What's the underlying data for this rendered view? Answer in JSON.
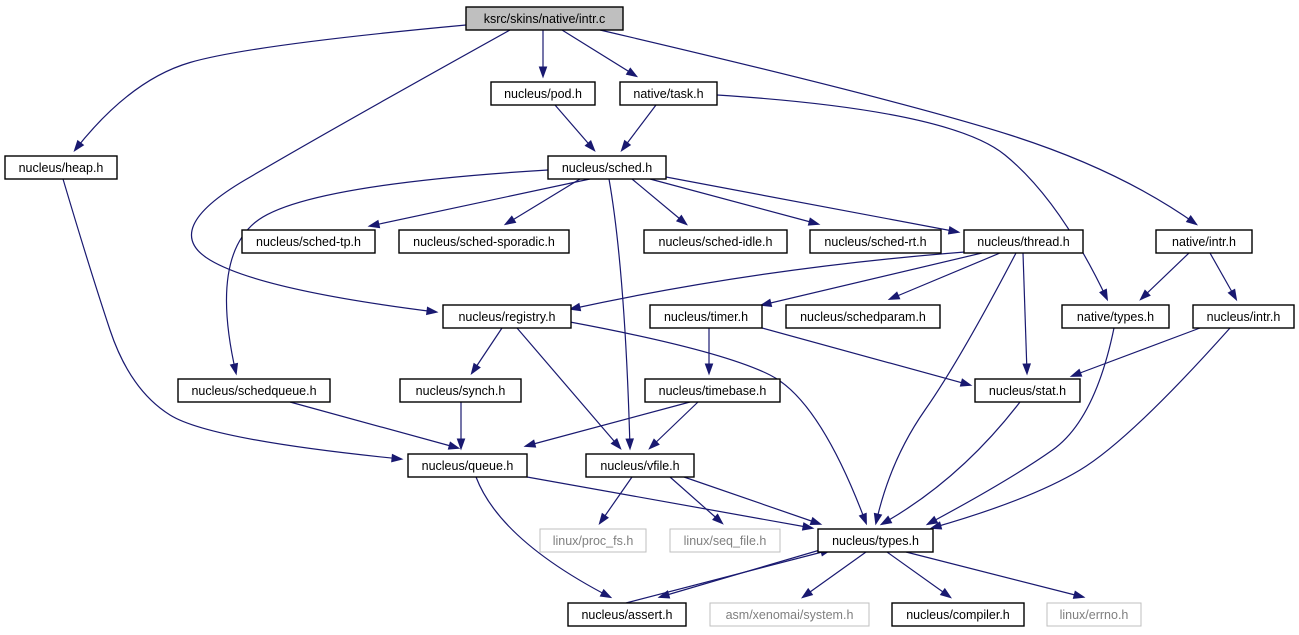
{
  "graph": {
    "root": "ksrc/skins/native/intr.c",
    "nodes": [
      {
        "id": "n_root",
        "label": "ksrc/skins/native/intr.c",
        "kind": "root"
      },
      {
        "id": "n_heap",
        "label": "nucleus/heap.h",
        "kind": "normal"
      },
      {
        "id": "n_pod",
        "label": "nucleus/pod.h",
        "kind": "normal"
      },
      {
        "id": "n_task",
        "label": "native/task.h",
        "kind": "normal"
      },
      {
        "id": "n_sched",
        "label": "nucleus/sched.h",
        "kind": "normal"
      },
      {
        "id": "n_schedtp",
        "label": "nucleus/sched-tp.h",
        "kind": "normal"
      },
      {
        "id": "n_schedsporadic",
        "label": "nucleus/sched-sporadic.h",
        "kind": "normal"
      },
      {
        "id": "n_schedidle",
        "label": "nucleus/sched-idle.h",
        "kind": "normal"
      },
      {
        "id": "n_schedrt",
        "label": "nucleus/sched-rt.h",
        "kind": "normal"
      },
      {
        "id": "n_thread",
        "label": "nucleus/thread.h",
        "kind": "normal"
      },
      {
        "id": "n_nintr",
        "label": "native/intr.h",
        "kind": "normal"
      },
      {
        "id": "n_registry",
        "label": "nucleus/registry.h",
        "kind": "normal"
      },
      {
        "id": "n_timer",
        "label": "nucleus/timer.h",
        "kind": "normal"
      },
      {
        "id": "n_schedparam",
        "label": "nucleus/schedparam.h",
        "kind": "normal"
      },
      {
        "id": "n_ntypes",
        "label": "native/types.h",
        "kind": "normal"
      },
      {
        "id": "n_nuintr",
        "label": "nucleus/intr.h",
        "kind": "normal"
      },
      {
        "id": "n_schedqueue",
        "label": "nucleus/schedqueue.h",
        "kind": "normal"
      },
      {
        "id": "n_synch",
        "label": "nucleus/synch.h",
        "kind": "normal"
      },
      {
        "id": "n_timebase",
        "label": "nucleus/timebase.h",
        "kind": "normal"
      },
      {
        "id": "n_stat",
        "label": "nucleus/stat.h",
        "kind": "normal"
      },
      {
        "id": "n_queue",
        "label": "nucleus/queue.h",
        "kind": "normal"
      },
      {
        "id": "n_vfile",
        "label": "nucleus/vfile.h",
        "kind": "normal"
      },
      {
        "id": "n_procfs",
        "label": "linux/proc_fs.h",
        "kind": "external"
      },
      {
        "id": "n_seqfile",
        "label": "linux/seq_file.h",
        "kind": "external"
      },
      {
        "id": "n_types",
        "label": "nucleus/types.h",
        "kind": "normal"
      },
      {
        "id": "n_assert",
        "label": "nucleus/assert.h",
        "kind": "normal"
      },
      {
        "id": "n_system",
        "label": "asm/xenomai/system.h",
        "kind": "external"
      },
      {
        "id": "n_compiler",
        "label": "nucleus/compiler.h",
        "kind": "normal"
      },
      {
        "id": "n_errno",
        "label": "linux/errno.h",
        "kind": "external"
      }
    ],
    "edges": [
      {
        "from": "n_root",
        "to": "n_heap"
      },
      {
        "from": "n_root",
        "to": "n_pod"
      },
      {
        "from": "n_root",
        "to": "n_task"
      },
      {
        "from": "n_root",
        "to": "n_registry"
      },
      {
        "from": "n_root",
        "to": "n_nintr"
      },
      {
        "from": "n_heap",
        "to": "n_queue"
      },
      {
        "from": "n_pod",
        "to": "n_sched"
      },
      {
        "from": "n_task",
        "to": "n_sched"
      },
      {
        "from": "n_task",
        "to": "n_ntypes"
      },
      {
        "from": "n_sched",
        "to": "n_schedqueue"
      },
      {
        "from": "n_sched",
        "to": "n_schedtp"
      },
      {
        "from": "n_sched",
        "to": "n_schedsporadic"
      },
      {
        "from": "n_sched",
        "to": "n_schedidle"
      },
      {
        "from": "n_sched",
        "to": "n_schedrt"
      },
      {
        "from": "n_sched",
        "to": "n_thread"
      },
      {
        "from": "n_sched",
        "to": "n_vfile"
      },
      {
        "from": "n_thread",
        "to": "n_registry"
      },
      {
        "from": "n_thread",
        "to": "n_timer"
      },
      {
        "from": "n_thread",
        "to": "n_schedparam"
      },
      {
        "from": "n_thread",
        "to": "n_stat"
      },
      {
        "from": "n_thread",
        "to": "n_types"
      },
      {
        "from": "n_nintr",
        "to": "n_ntypes"
      },
      {
        "from": "n_nintr",
        "to": "n_nuintr"
      },
      {
        "from": "n_registry",
        "to": "n_synch"
      },
      {
        "from": "n_registry",
        "to": "n_vfile"
      },
      {
        "from": "n_registry",
        "to": "n_types"
      },
      {
        "from": "n_timer",
        "to": "n_timebase"
      },
      {
        "from": "n_timer",
        "to": "n_stat"
      },
      {
        "from": "n_ntypes",
        "to": "n_types"
      },
      {
        "from": "n_nuintr",
        "to": "n_stat"
      },
      {
        "from": "n_nuintr",
        "to": "n_types"
      },
      {
        "from": "n_schedqueue",
        "to": "n_queue"
      },
      {
        "from": "n_synch",
        "to": "n_queue"
      },
      {
        "from": "n_timebase",
        "to": "n_queue"
      },
      {
        "from": "n_timebase",
        "to": "n_vfile"
      },
      {
        "from": "n_stat",
        "to": "n_types"
      },
      {
        "from": "n_queue",
        "to": "n_types"
      },
      {
        "from": "n_queue",
        "to": "n_assert"
      },
      {
        "from": "n_vfile",
        "to": "n_procfs"
      },
      {
        "from": "n_vfile",
        "to": "n_seqfile"
      },
      {
        "from": "n_vfile",
        "to": "n_types"
      },
      {
        "from": "n_types",
        "to": "n_assert"
      },
      {
        "from": "n_assert",
        "to": "n_types"
      },
      {
        "from": "n_types",
        "to": "n_system"
      },
      {
        "from": "n_types",
        "to": "n_compiler"
      },
      {
        "from": "n_types",
        "to": "n_errno"
      }
    ]
  },
  "colors": {
    "edge": "#191970",
    "node_border": "#000000",
    "root_fill": "#bfbfbf",
    "external_border": "#bfbfbf",
    "external_text": "#7f7f7f"
  }
}
